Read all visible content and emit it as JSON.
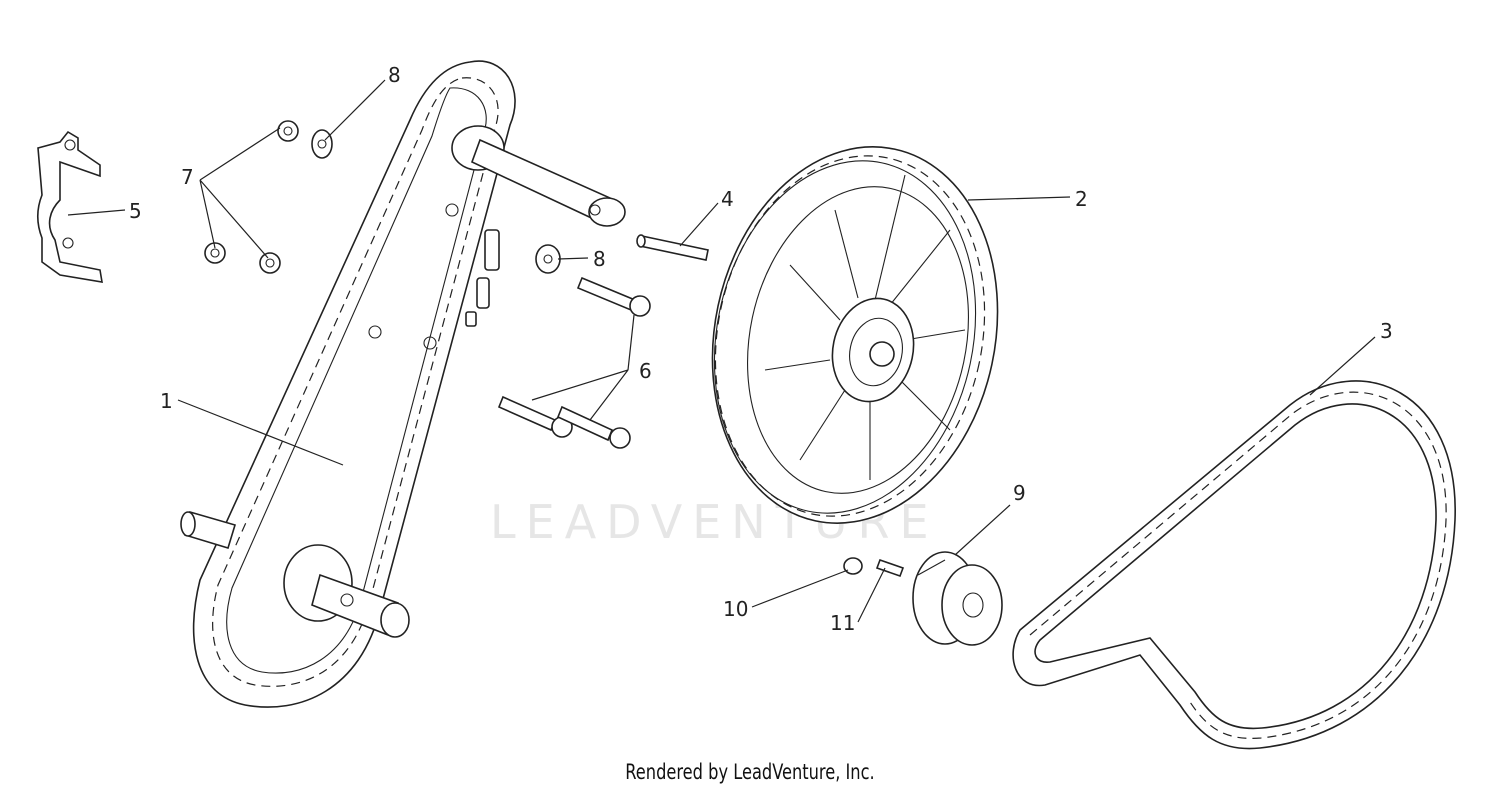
{
  "diagram": {
    "watermark": "LEADVENTURE",
    "footer": "Rendered by LeadVenture, Inc.",
    "callouts": [
      "1",
      "2",
      "3",
      "4",
      "5",
      "6",
      "7",
      "8",
      "8",
      "9",
      "10",
      "11"
    ]
  },
  "colors": {
    "line": "#222222",
    "watermark": "#e6e6e6",
    "background": "#ffffff"
  }
}
